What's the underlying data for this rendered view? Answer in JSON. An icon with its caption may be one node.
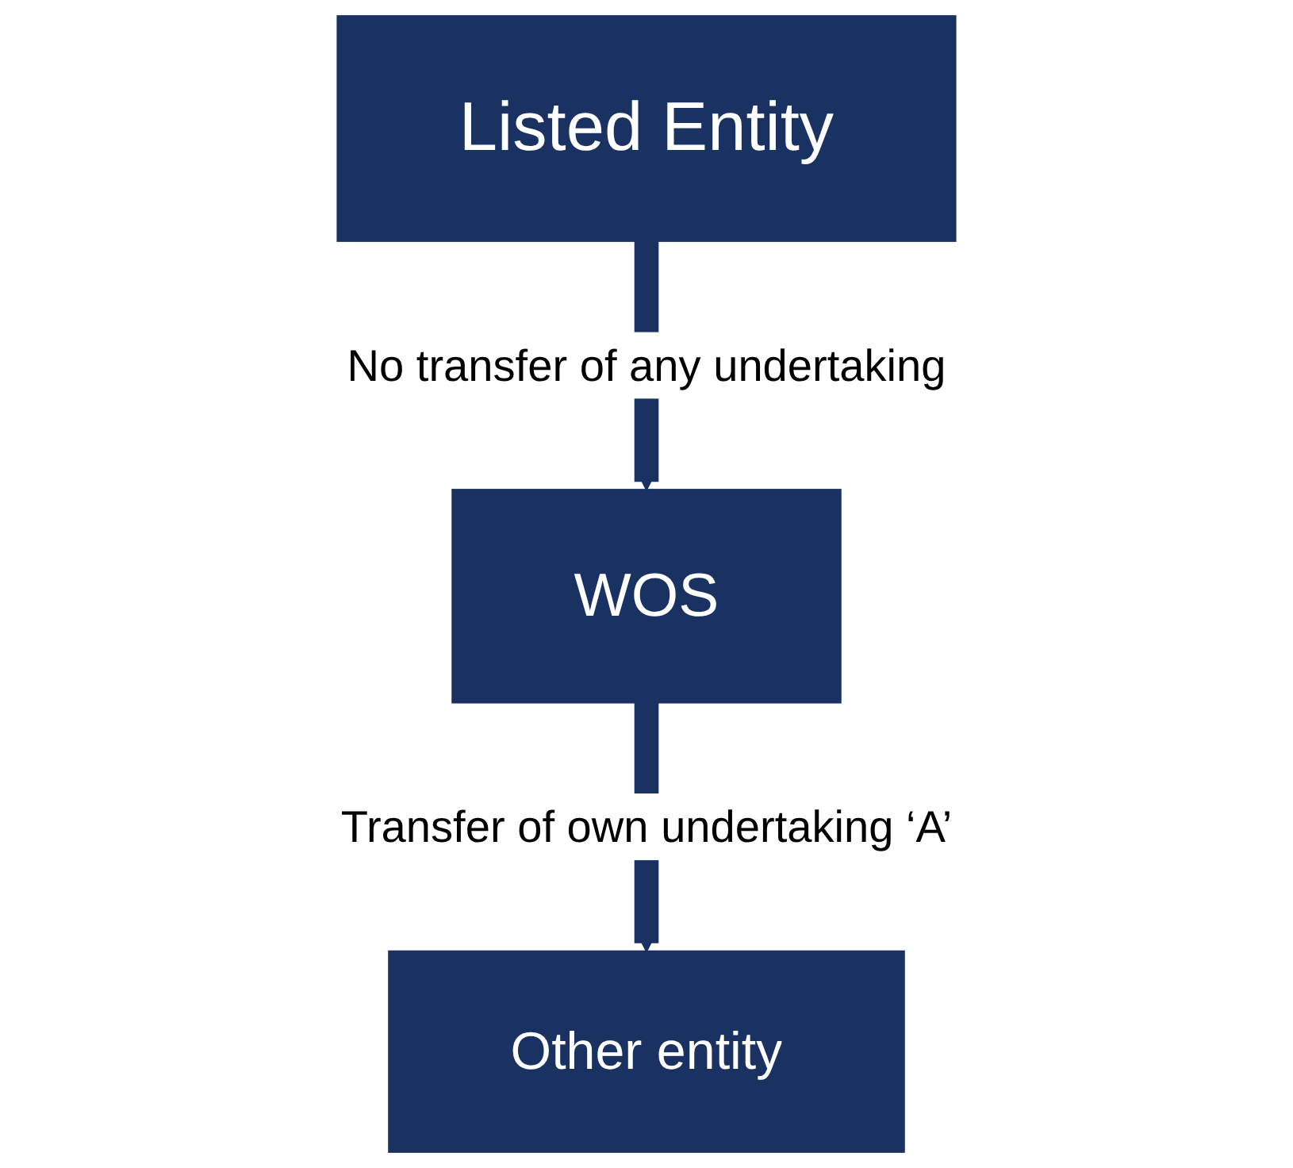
{
  "diagram": {
    "nodes": [
      {
        "text": [
          "Listed Entity"
        ]
      },
      {
        "text": [
          "WOS"
        ]
      },
      {
        "text": [
          "Other entity"
        ]
      }
    ],
    "edges": [
      {
        "from": 0,
        "to": 1,
        "arrow": "to",
        "label": "No transfer of any undertaking"
      },
      {
        "from": 1,
        "to": 2,
        "arrow": "to",
        "label": "Transfer of own undertaking ‘A’"
      }
    ]
  }
}
